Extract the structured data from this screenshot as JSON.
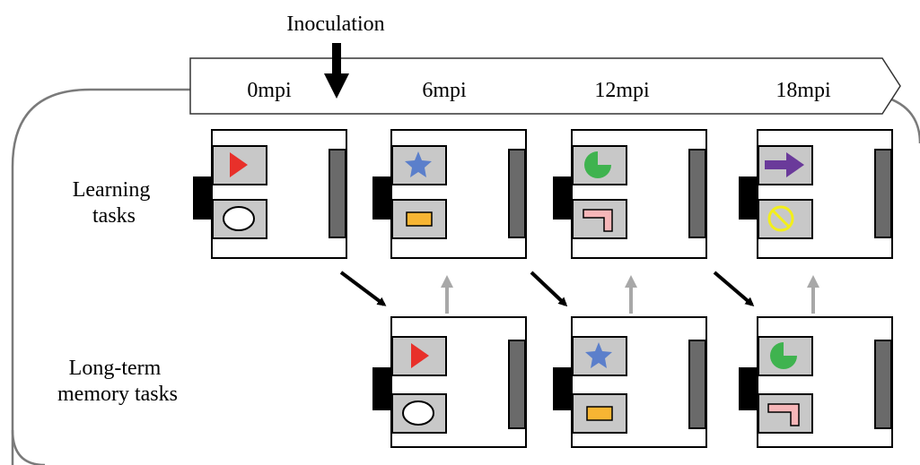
{
  "inoculation_label": "Inoculation",
  "timeline": {
    "labels": [
      "0mpi",
      "6mpi",
      "12mpi",
      "18mpi"
    ]
  },
  "rows": {
    "learning": {
      "label_line1": "Learning",
      "label_line2": "tasks"
    },
    "memory": {
      "label_line1": "Long-term",
      "label_line2": "memory tasks"
    }
  },
  "stimuli": {
    "triangle": {
      "icon": "red-triangle",
      "color": "#e8302a"
    },
    "oval": {
      "icon": "white-oval",
      "color": "#ffffff"
    },
    "star": {
      "icon": "blue-star",
      "color": "#5b7fcb"
    },
    "rectangle": {
      "icon": "orange-rectangle",
      "color": "#f7b533"
    },
    "pacman": {
      "icon": "green-pacman",
      "color": "#3fb34f"
    },
    "l_shape": {
      "icon": "pink-l-shape",
      "color": "#f6b6b8"
    },
    "arrow": {
      "icon": "purple-arrow",
      "color": "#6a3a9a"
    },
    "no_symbol": {
      "icon": "yellow-no-symbol",
      "color": "#f3ef1a"
    }
  },
  "colors": {
    "transfer_arrow": "#000000",
    "retest_arrow": "#a8a8a8",
    "panel_gray": "#c8c8c8",
    "bar_gray": "#6a6a6a"
  }
}
